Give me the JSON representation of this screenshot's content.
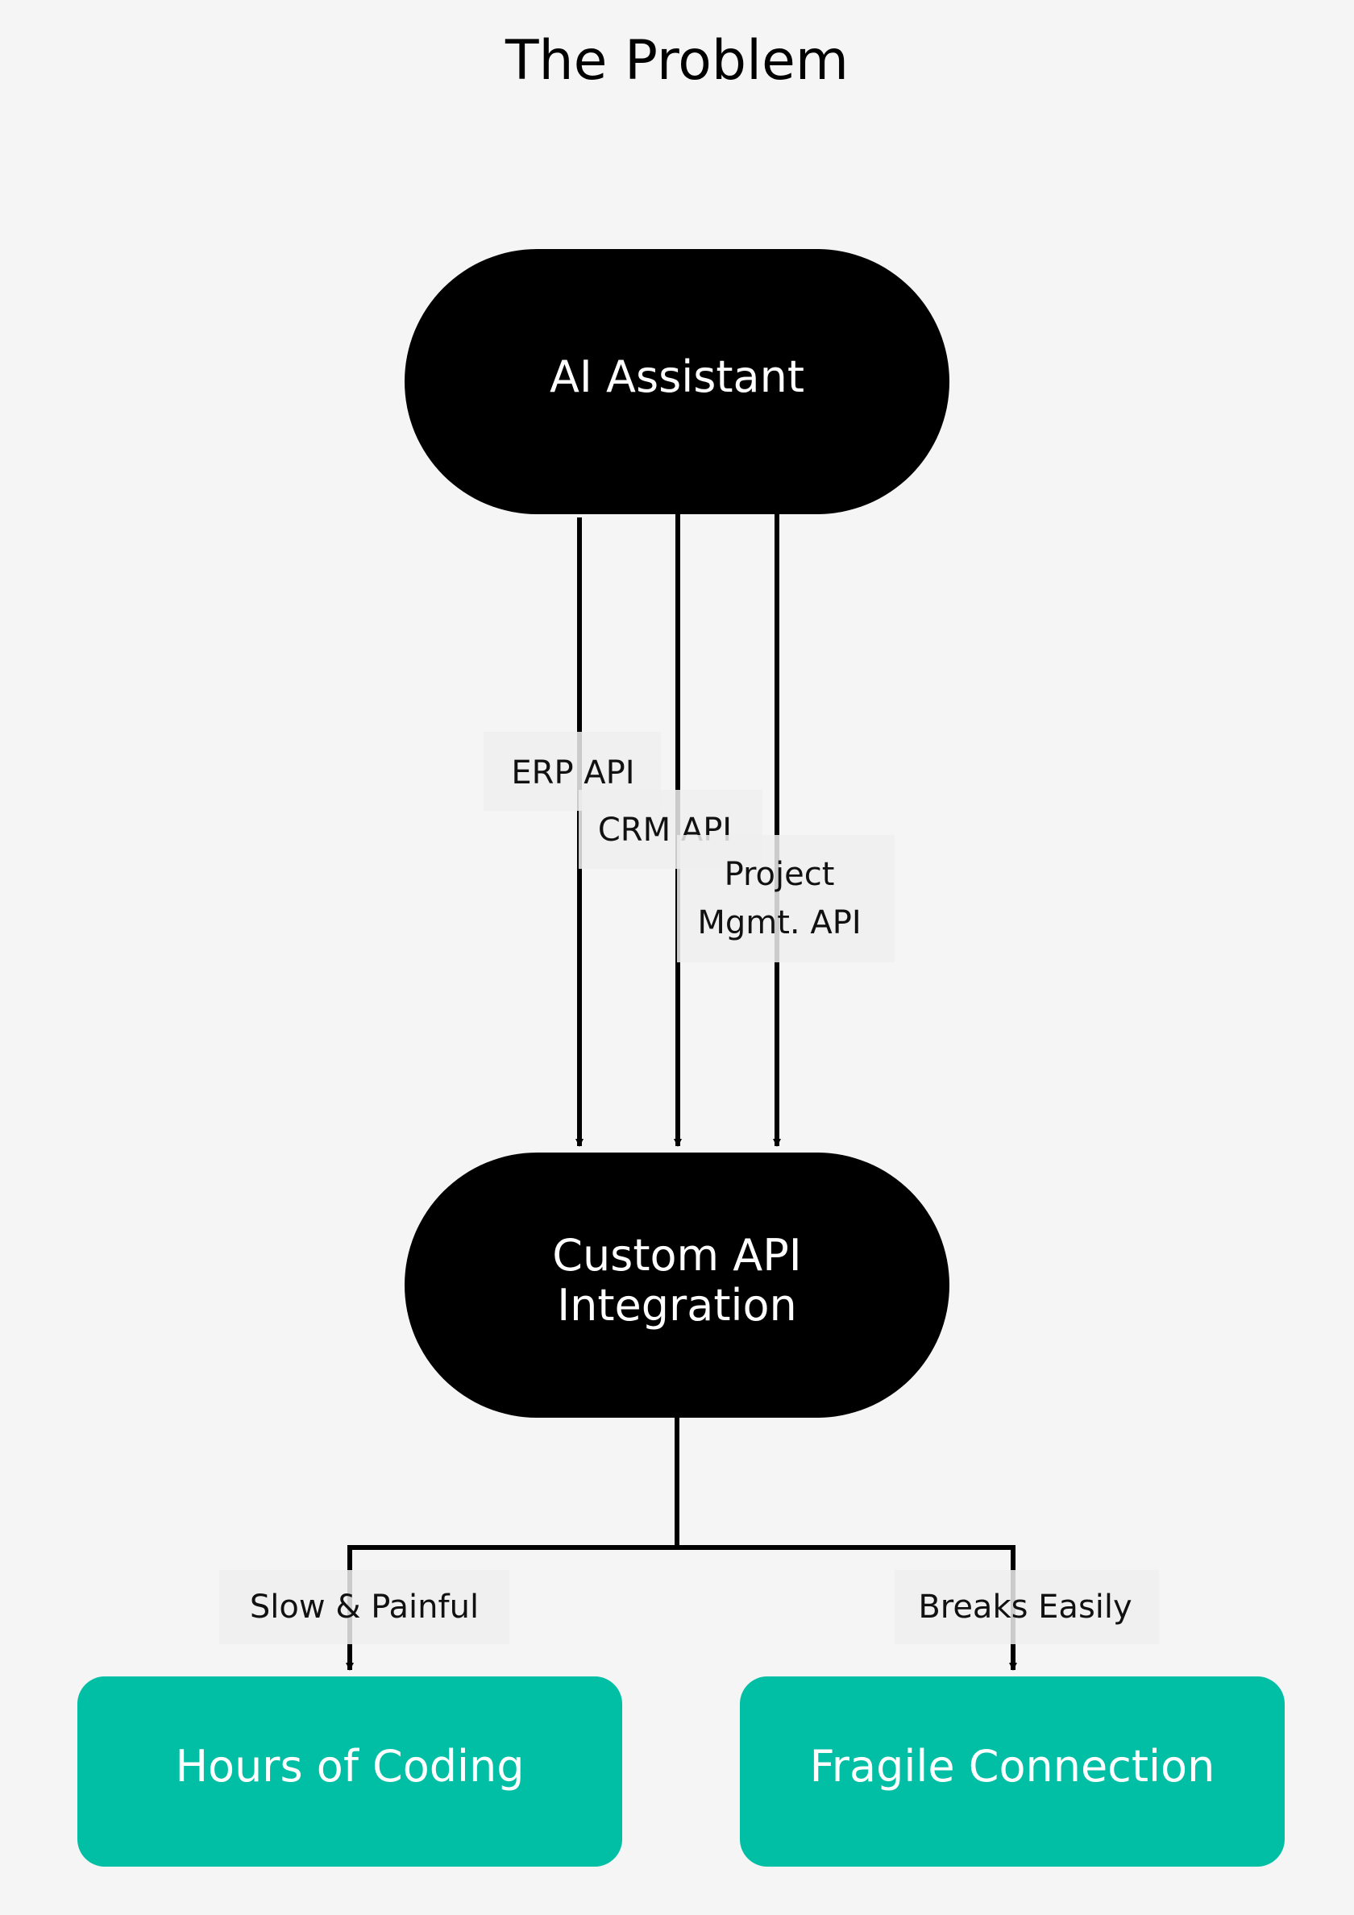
{
  "title": "The Problem",
  "nodes": {
    "ai_assistant": {
      "line1": "AI Assistant"
    },
    "custom_api": {
      "line1": "Custom API",
      "line2": "Integration"
    },
    "hours_coding": {
      "line1": "Hours of Coding"
    },
    "fragile": {
      "line1": "Fragile Connection"
    }
  },
  "edges": {
    "erp": "ERP API",
    "crm": "CRM API",
    "pm_line1": "Project",
    "pm_line2": "Mgmt. API",
    "slow": "Slow & Painful",
    "breaks": "Breaks Easily"
  },
  "colors": {
    "background": "#f5f5f5",
    "stadium_fill": "#000000",
    "stadium_text": "#ffffff",
    "outcome_fill": "#00bfa5",
    "outcome_text": "#ffffff",
    "line": "#000000",
    "label_bg": "#eeeeee",
    "label_text": "#111111"
  }
}
